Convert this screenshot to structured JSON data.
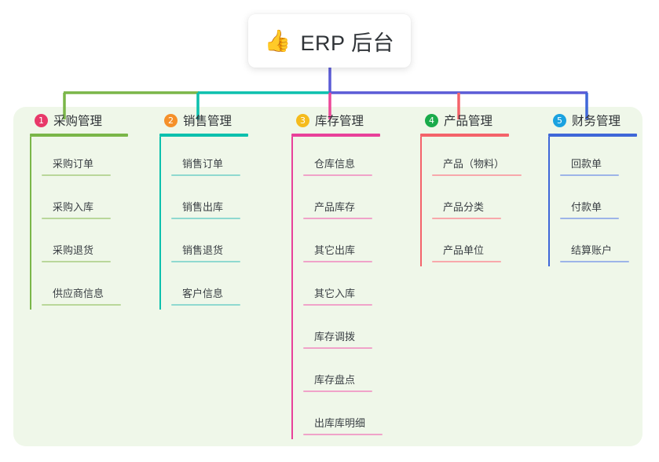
{
  "root": {
    "icon": "thumbs-up-icon",
    "emoji": "👍",
    "title": "ERP 后台"
  },
  "colors": {
    "panel_background": "#eff7e9",
    "page_background": "#ffffff",
    "text": "#2f3337",
    "connector_green": "#7ab648",
    "connector_teal": "#0cc0ad",
    "connector_blue": "#5b5bd6",
    "connector_pink": "#ec4899",
    "connector_red": "#f4636a"
  },
  "columns": [
    {
      "number": "1",
      "title": "采购管理",
      "badge_color": "#e8396a",
      "line_color": "#7ab648",
      "item_line_color": "#b9d79a",
      "head_rule_width": 125,
      "items": [
        {
          "label": "采购订单",
          "rule_width": 88
        },
        {
          "label": "采购入库",
          "rule_width": 88
        },
        {
          "label": "采购退货",
          "rule_width": 88
        },
        {
          "label": "供应商信息",
          "rule_width": 101
        }
      ]
    },
    {
      "number": "2",
      "title": "销售管理",
      "badge_color": "#f5902a",
      "line_color": "#0cc0ad",
      "item_line_color": "#8fd9d0",
      "head_rule_width": 113,
      "items": [
        {
          "label": "销售订单",
          "rule_width": 88
        },
        {
          "label": "销售出库",
          "rule_width": 88
        },
        {
          "label": "销售退货",
          "rule_width": 88
        },
        {
          "label": "客户信息",
          "rule_width": 88
        }
      ]
    },
    {
      "number": "3",
      "title": "库存管理",
      "badge_color": "#f5bb1d",
      "line_color": "#e8419a",
      "item_line_color": "#f0a3c9",
      "head_rule_width": 113,
      "items": [
        {
          "label": "仓库信息",
          "rule_width": 88
        },
        {
          "label": "产品库存",
          "rule_width": 88
        },
        {
          "label": "其它出库",
          "rule_width": 88
        },
        {
          "label": "其它入库",
          "rule_width": 88
        },
        {
          "label": "库存调拨",
          "rule_width": 88
        },
        {
          "label": "库存盘点",
          "rule_width": 88
        },
        {
          "label": "出库库明细",
          "rule_width": 101
        }
      ]
    },
    {
      "number": "4",
      "title": "产品管理",
      "badge_color": "#1aab4b",
      "line_color": "#f4636a",
      "item_line_color": "#f8a8ab",
      "head_rule_width": 113,
      "items": [
        {
          "label": "产品（物料）",
          "rule_width": 114
        },
        {
          "label": "产品分类",
          "rule_width": 88
        },
        {
          "label": "产品单位",
          "rule_width": 88
        }
      ]
    },
    {
      "number": "5",
      "title": "财务管理",
      "badge_color": "#1aa2e0",
      "line_color": "#3f67d8",
      "item_line_color": "#9db4e8",
      "head_rule_width": 113,
      "items": [
        {
          "label": "回款单",
          "rule_width": 75
        },
        {
          "label": "付款单",
          "rule_width": 75
        },
        {
          "label": "结算账户",
          "rule_width": 88
        }
      ]
    }
  ]
}
